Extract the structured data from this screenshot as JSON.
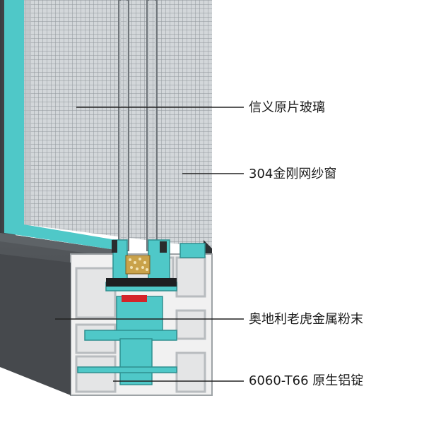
{
  "colors": {
    "frame_dark": "#4b4f53",
    "frame_darker": "#3a3d41",
    "teal_accent": "#4fc8c8",
    "mesh_bg": "#cfd3d6",
    "mesh_line": "#9aa0a4",
    "glass_edge": "#8e9498",
    "profile_white": "#eaeaea",
    "gasket_red": "#d4242a",
    "desiccant": "#c9a24a",
    "leader_line": "#222222"
  },
  "callouts": [
    {
      "id": "glass",
      "label": "信义原片玻璃"
    },
    {
      "id": "screen",
      "label": "304金刚网纱窗"
    },
    {
      "id": "powder",
      "label": "奥地利老虎金属粉末"
    },
    {
      "id": "alloy",
      "label": "6060-T66 原生铝锭"
    }
  ]
}
